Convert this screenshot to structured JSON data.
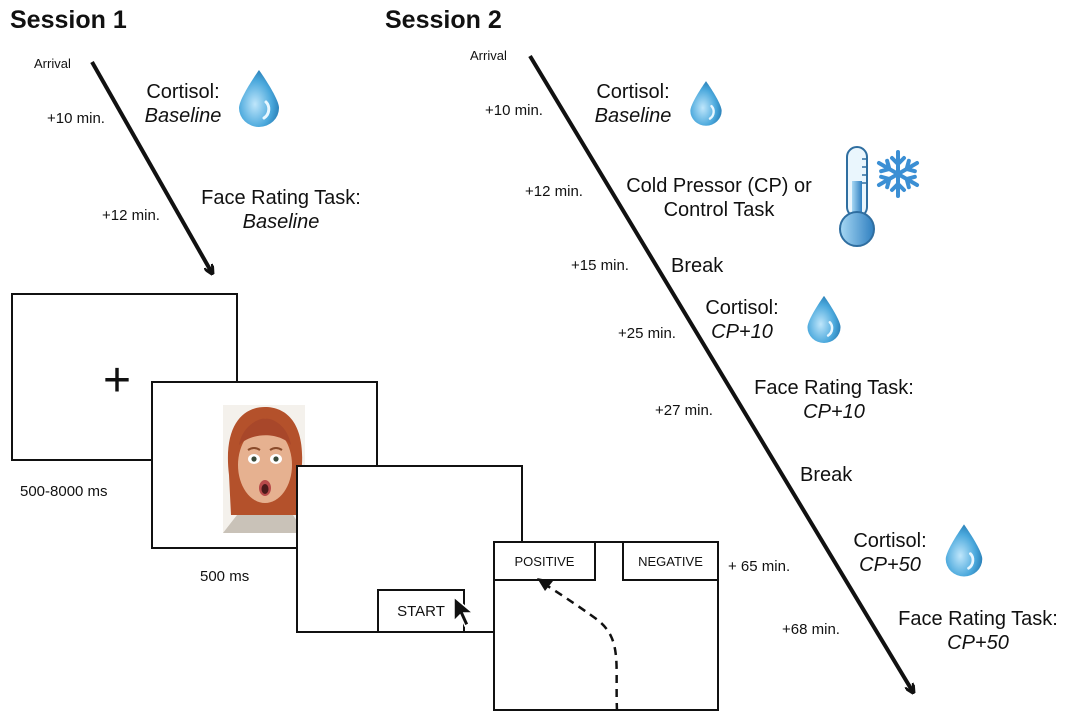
{
  "session1": {
    "title": "Session 1",
    "arrival": "Arrival",
    "t10": "+10 min.",
    "t12": "+12 min.",
    "cortisol_label": "Cortisol:",
    "cortisol_sub": "Baseline",
    "face_label": "Face Rating Task:",
    "face_sub": "Baseline",
    "fixation_symbol": "+",
    "fixation_duration": "500-8000  ms",
    "face_duration": "500  ms",
    "start_label": "START",
    "positive_label": "POSITIVE",
    "negative_label": "NEGATIVE"
  },
  "session2": {
    "title": "Session 2",
    "arrival": "Arrival",
    "t10": "+10 min.",
    "t12": "+12 min.",
    "t15": "+15 min.",
    "t25": "+25 min.",
    "t27": "+27 min.",
    "t65": "+ 65 min.",
    "t68": "+68 min.",
    "cortisol1_label": "Cortisol:",
    "cortisol1_sub": "Baseline",
    "cp_line1": "Cold Pressor (CP) or",
    "cp_line2": "Control Task",
    "break1": "Break",
    "cortisol2_label": "Cortisol:",
    "cortisol2_sub": "CP+10",
    "face1_label": "Face Rating Task:",
    "face1_sub": "CP+10",
    "break2": "Break",
    "cortisol3_label": "Cortisol:",
    "cortisol3_sub": "CP+50",
    "face2_label": "Face Rating Task:",
    "face2_sub": "CP+50"
  },
  "icons": {
    "drop_color": "#4aa8dc",
    "snowflake_color": "#3b8fd4",
    "thermometer_color": "#6fb8e6"
  }
}
